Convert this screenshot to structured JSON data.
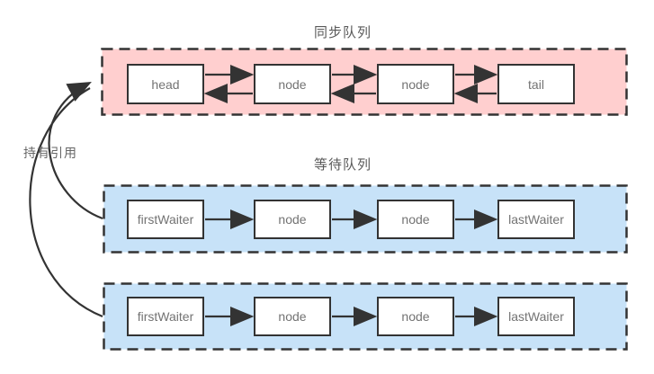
{
  "titles": {
    "sync_queue": "同步队列",
    "wait_queue": "等待队列"
  },
  "reference_label": "持有引用",
  "sync_queue": {
    "nodes": [
      "head",
      "node",
      "node",
      "tail"
    ]
  },
  "wait_queues": [
    {
      "nodes": [
        "firstWaiter",
        "node",
        "node",
        "lastWaiter"
      ]
    },
    {
      "nodes": [
        "firstWaiter",
        "node",
        "node",
        "lastWaiter"
      ]
    }
  ],
  "colors": {
    "sync_queue_fill": "#ffcfcf",
    "wait_queue_fill": "#c7e2f8",
    "stroke": "#333333"
  }
}
